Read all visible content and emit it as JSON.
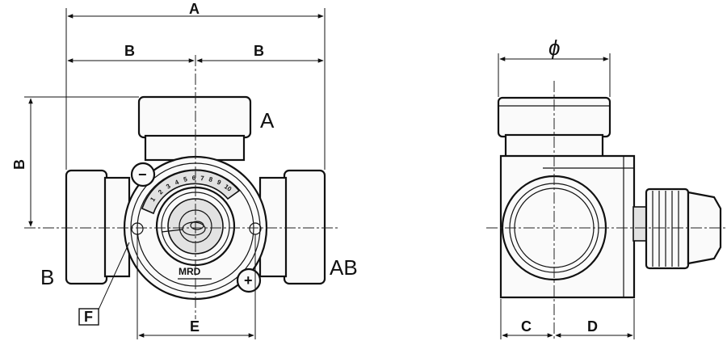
{
  "dimensions": {
    "a_label": "A",
    "b_left_label": "B",
    "b_right_label": "B",
    "b_vertical_label": "B",
    "e_label": "E",
    "phi_label": "ϕ",
    "c_label": "C",
    "d_label": "D",
    "f_label": "F"
  },
  "ports": {
    "a_port": "A",
    "b_port": "B",
    "ab_port": "AB"
  },
  "actuator": {
    "scale": [
      "1",
      "2",
      "3",
      "4",
      "5",
      "6",
      "7",
      "8",
      "9",
      "10"
    ],
    "minus_symbol": "−",
    "plus_symbol": "+",
    "logo_text": "MRD"
  }
}
